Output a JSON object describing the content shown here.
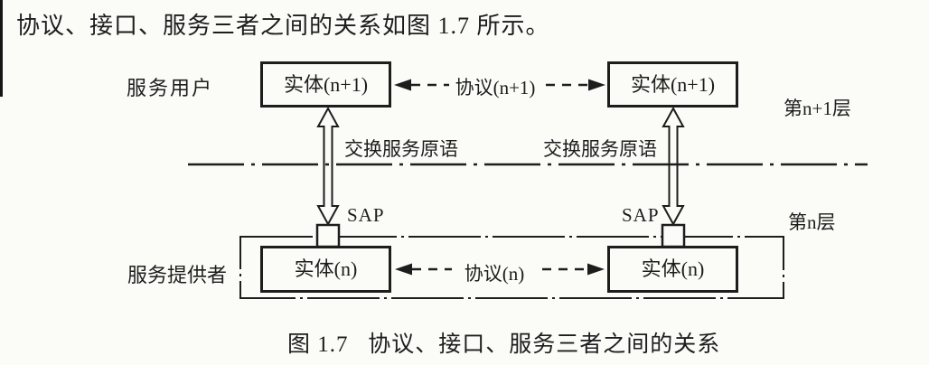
{
  "intro": {
    "text": "协议、接口、服务三者之间的关系如图 1.7 所示。"
  },
  "figure": {
    "caption": "图 1.7   协议、接口、服务三者之间的关系",
    "colors": {
      "ink": "#1d1d1d",
      "paper": "#fbfbf8"
    },
    "side_labels": {
      "service_user": "服务用户",
      "service_provider": "服务提供者"
    },
    "layer_labels": {
      "layer_n_plus_1": "第n+1层",
      "layer_n": "第n层"
    },
    "entities": {
      "top_left": "实体(n+1)",
      "top_right": "实体(n+1)",
      "bottom_left": "实体(n)",
      "bottom_right": "实体(n)"
    },
    "protocols": {
      "upper": "协议(n+1)",
      "lower": "协议(n)"
    },
    "interface": {
      "exchange_primitives_left": "交换服务原语",
      "exchange_primitives_right": "交换服务原语",
      "sap_left": "SAP",
      "sap_right": "SAP"
    }
  }
}
